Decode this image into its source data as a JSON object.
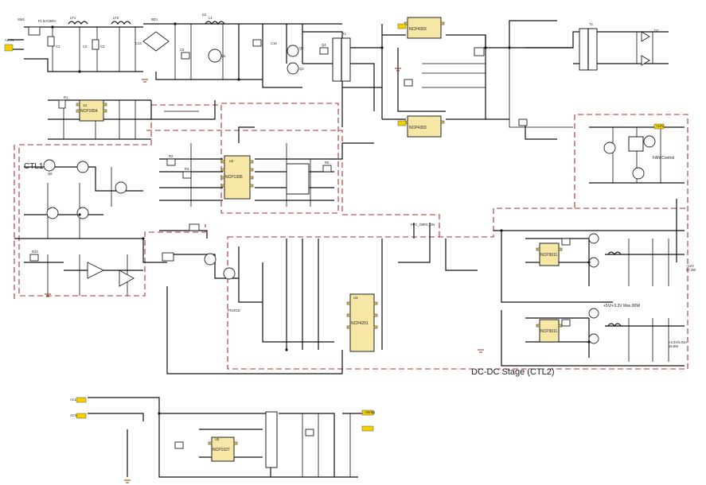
{
  "blocks": {
    "dcdc": "DC-DC Stage (CTL2)",
    "ctl1": "CTL1",
    "fan": "FAN Control",
    "out5v": "+5V/+3.3V Max.80W",
    "out12v": "+12V\n67.2W",
    "out33v": "+3.3V/5.03A\n16.6W"
  },
  "components": {
    "sw1": "SW1",
    "fuse": "F1 6A/250V",
    "lf1": "LF1",
    "lf2": "LF2",
    "bd1": "BD1",
    "c1": "C1",
    "c2": "C2",
    "c3": "C3",
    "c5": "C5",
    "c13": "C13",
    "c15": "C15",
    "q1": "Q1",
    "q2": "Q2",
    "q3": "Q3",
    "q4": "Q4",
    "q6": "Q6",
    "t1": "T1",
    "t2": "T2",
    "l1": "L1",
    "d1": "D1",
    "d2": "D2",
    "u1": "U1",
    "u2": "U2",
    "u3": "U3",
    "u5": "U5",
    "ic_pfc": "NCP1654",
    "ic_pwm": "NCP1395",
    "ic_sync": "NCP4303",
    "ic_buck1": "NCP3011",
    "ic_buck2": "NCP3011",
    "ic_ctl2": "NCP4201",
    "ic_sb": "NCP1027",
    "r1": "R1",
    "r2": "R2",
    "r3": "R3",
    "r5": "R5",
    "r10": "R10",
    "ac_in": "AC IN",
    "pfc_ok": "PFC_OK",
    "ps_on": "PS_ON",
    "pgood": "PGOOD",
    "v12": "+12V",
    "v5sb": "+5VSB",
    "acl": "ACL",
    "acn": "ACN"
  },
  "colors": {
    "ic_fill": "#f6e7a6",
    "boundary": "#b03030",
    "wire": "#111111",
    "tag": "#f4d000"
  }
}
